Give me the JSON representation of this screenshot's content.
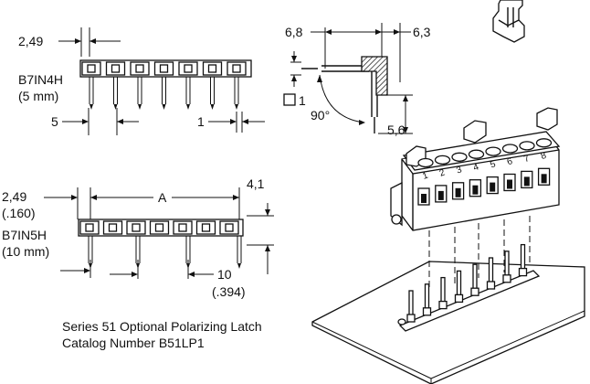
{
  "top_header": {
    "pitch_dim": "2,49",
    "part_number": "B7IN4H",
    "part_size": "(5 mm)",
    "pitch_5": "5",
    "dim_1": "1"
  },
  "side_view": {
    "dim_6_8": "6,8",
    "dim_6_3": "6,3",
    "square_label": "1",
    "angle": "90°",
    "dim_5_6": "5,6"
  },
  "bottom_header": {
    "pitch_dim": "2,49",
    "pitch_inch": "(.160)",
    "dim_A": "A",
    "dim_4_1": "4,1",
    "part_number": "B7IN5H",
    "part_size": "(10 mm)",
    "pitch_10": "10",
    "pitch_10_inch": "(.394)"
  },
  "terminal_block": {
    "positions": [
      "1",
      "2",
      "3",
      "4",
      "5",
      "6",
      "7",
      "8"
    ]
  },
  "caption": {
    "line1": "Series 51 Optional Polarizing Latch",
    "line2": "Catalog Number B51LP1"
  }
}
